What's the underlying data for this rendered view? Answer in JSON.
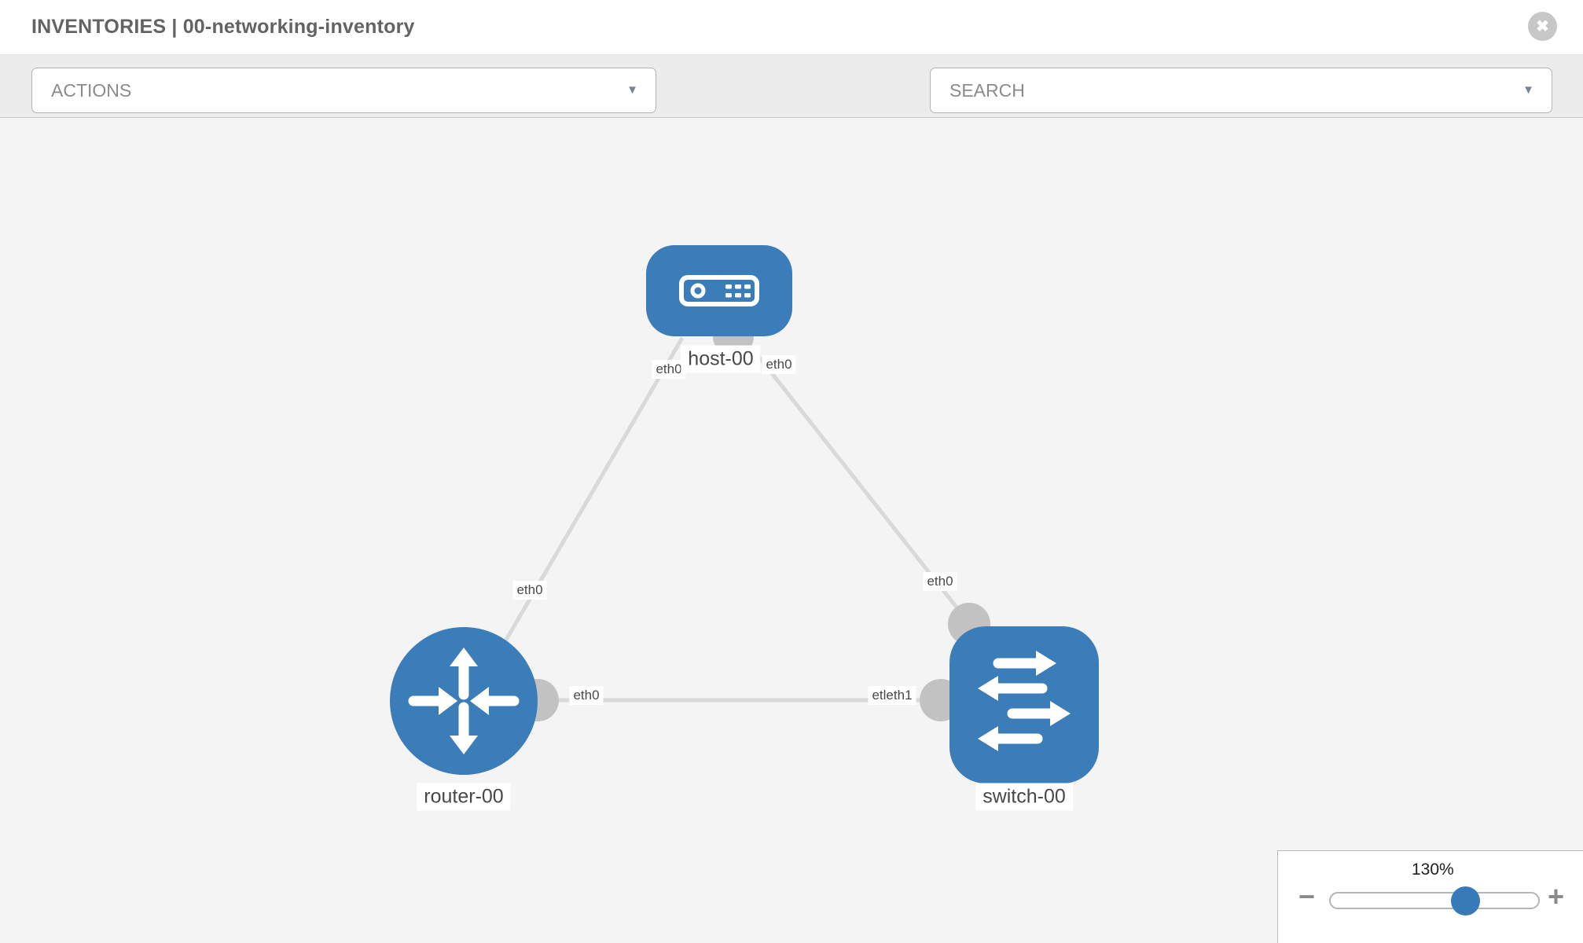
{
  "header": {
    "title": "INVENTORIES | 00-networking-inventory",
    "close_glyph": "✖"
  },
  "toolbar": {
    "actions": {
      "label": "ACTIONS"
    },
    "search": {
      "label": "SEARCH"
    },
    "chevron_glyph": "▼",
    "tool_icons": [
      "wrench-icon",
      "key-icon"
    ]
  },
  "topology": {
    "nodes": [
      {
        "id": "host-00",
        "type": "host",
        "label": "host-00"
      },
      {
        "id": "router-00",
        "type": "router",
        "label": "router-00"
      },
      {
        "id": "switch-00",
        "type": "switch",
        "label": "switch-00"
      }
    ],
    "links": [
      {
        "from": "host-00",
        "to": "router-00",
        "labels": [
          "eth0",
          "eth0"
        ]
      },
      {
        "from": "host-00",
        "to": "switch-00",
        "labels": [
          "eth0",
          "eth0"
        ]
      },
      {
        "from": "router-00",
        "to": "switch-00",
        "labels": [
          "eth0",
          "etleth1"
        ]
      }
    ],
    "iface_labels": {
      "host_left": "eth0",
      "host_right": "eth0",
      "hr_mid": "eth0",
      "hs_mid": "eth0",
      "mid_left": "eth0",
      "mid_right": "etleth1"
    }
  },
  "zoom_control": {
    "value": "130%",
    "percent": 130,
    "minus_glyph": "−",
    "plus_glyph": "+"
  },
  "colors": {
    "node_blue": "#3b7db9",
    "link_gray": "#d9d9d9",
    "port_gray": "#c2c2c2",
    "toolbar_bg": "#ececec",
    "canvas_bg": "#f4f4f5"
  }
}
